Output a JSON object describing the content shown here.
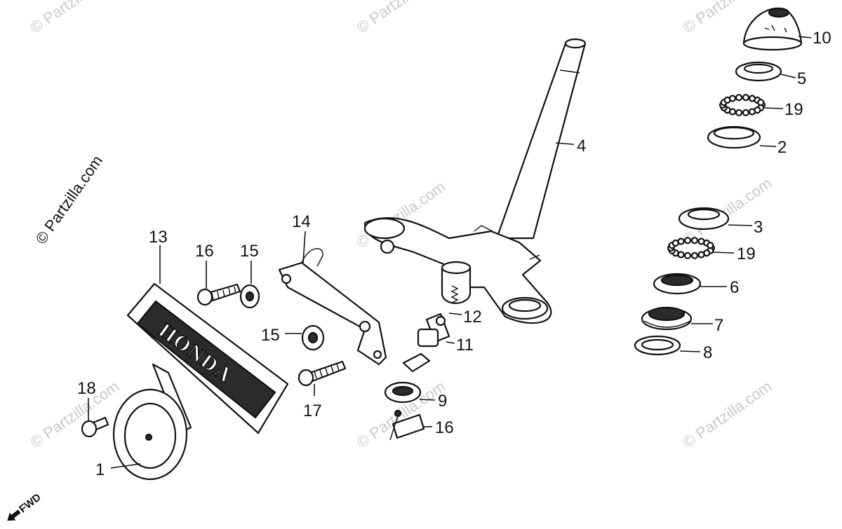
{
  "watermark": {
    "text": "© Partzilla.com"
  },
  "emblem": {
    "text": "HONDA"
  },
  "direction": {
    "label": "FWD"
  },
  "callouts": [
    {
      "id": "1",
      "text": "1"
    },
    {
      "id": "2",
      "text": "2"
    },
    {
      "id": "3",
      "text": "3"
    },
    {
      "id": "4",
      "text": "4"
    },
    {
      "id": "5",
      "text": "5"
    },
    {
      "id": "6",
      "text": "6"
    },
    {
      "id": "7",
      "text": "7"
    },
    {
      "id": "8",
      "text": "8"
    },
    {
      "id": "9",
      "text": "9"
    },
    {
      "id": "10",
      "text": "10"
    },
    {
      "id": "11",
      "text": "11"
    },
    {
      "id": "12",
      "text": "12"
    },
    {
      "id": "13",
      "text": "13"
    },
    {
      "id": "14",
      "text": "14"
    },
    {
      "id": "15a",
      "text": "15"
    },
    {
      "id": "15b",
      "text": "15"
    },
    {
      "id": "16a",
      "text": "16"
    },
    {
      "id": "16b",
      "text": "16"
    },
    {
      "id": "17",
      "text": "17"
    },
    {
      "id": "18",
      "text": "18"
    },
    {
      "id": "19a",
      "text": "19"
    },
    {
      "id": "19b",
      "text": "19"
    }
  ]
}
